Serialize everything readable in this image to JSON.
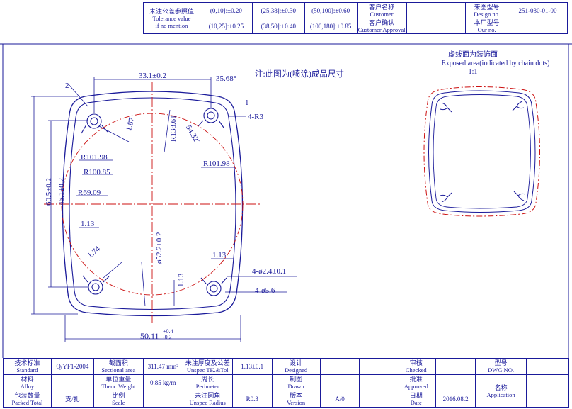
{
  "tolerance_table": {
    "header_cn": "未注公差参照值",
    "header_en1": "Tolerance value",
    "header_en2": "if no mention",
    "rows": [
      [
        "(0,10]:±0.20",
        "(25,38]:±0.30",
        "(50,100]:±0.60"
      ],
      [
        "(10,25]:±0.25",
        "(38,50]:±0.40",
        "(100,180]:±0.85"
      ]
    ],
    "customer_cn": "客户名称",
    "customer_en": "Customer",
    "approval_cn": "客户确认",
    "approval_en": "Customer Approval",
    "design_no_cn": "来图型号",
    "design_no_en": "Design no.",
    "design_no_value": "251-030-01-00",
    "our_no_cn": "本厂型号",
    "our_no_en": "Our no."
  },
  "drawing": {
    "note": "注:此图为(喷涂)成品尺寸",
    "dim_top_width": "33.1±0.2",
    "dim_angle": "35.68°",
    "dim_corner_2": "2",
    "dim_1": "1",
    "dim_4r3": "4-R3",
    "dim_187": "1.87",
    "dim_r13861": "R138.61",
    "dim_5432": "54.32°",
    "dim_r10198_left": "R101.98",
    "dim_r10198_right": "R101.98",
    "dim_r10085": "R100.85",
    "dim_r6909": "R69.09",
    "dim_605": "60.5±0.2",
    "dim_461": "46.1±0.2",
    "dim_113_left": "1.13",
    "dim_174": "1.74",
    "dim_phi522": "ø52.2±0.2",
    "dim_113_bottom": "1.13",
    "dim_113_right": "1.13",
    "dim_phi24": "4-ø2.4±0.1",
    "dim_phi56": "4-ø5.6",
    "dim_bottom_width": "50.11",
    "dim_bottom_tol_plus": "+0.4",
    "dim_bottom_tol_minus": "-0.2"
  },
  "side_view": {
    "title_cn": "虚线面为装饰面",
    "title_en": "Exposed area(indicated by chain dots)",
    "scale": "1:1"
  },
  "title_block": {
    "standard_cn": "技术标准",
    "standard_en": "Standard",
    "standard_value": "Q/YF1-2004",
    "section_cn": "截面积",
    "section_en": "Sectional area",
    "section_value": "311.47 mm²",
    "unspec_tk_cn": "未注厚度及公差",
    "unspec_tk_en": "Unspec TK.&Tol",
    "unspec_tk_value": "1.13±0.1",
    "designed_cn": "设计",
    "designed_en": "Designed",
    "checked_cn": "审核",
    "checked_en": "Checked",
    "dwg_cn": "型号",
    "dwg_en": "DWG NO.",
    "alloy_cn": "材料",
    "alloy_en": "Alloy",
    "weight_cn": "单位重量",
    "weight_en": "Theor. Weight",
    "weight_value": "0.85 kg/m",
    "perimeter_cn": "周长",
    "perimeter_en": "Perimeter",
    "drawn_cn": "制图",
    "drawn_en": "Drawn",
    "approved_cn": "批准",
    "approved_en": "Approved",
    "packed_cn": "包装数量",
    "packed_en": "Packed Total",
    "packed_value": "支/扎",
    "scale_cn": "比例",
    "scale_en": "Scale",
    "radius_cn": "未注圆角",
    "radius_en": "Unspec Radius",
    "radius_value": "R0.3",
    "version_cn": "版本",
    "version_en": "Version",
    "version_value": "A/0",
    "date_cn": "日期",
    "date_en": "Date",
    "date_value": "2016.08.2",
    "application_cn": "名称",
    "application_en": "Application"
  },
  "colors": {
    "ink": "#1a1a9a",
    "center_line": "#cc1111",
    "frame": "#1a1a9a"
  }
}
